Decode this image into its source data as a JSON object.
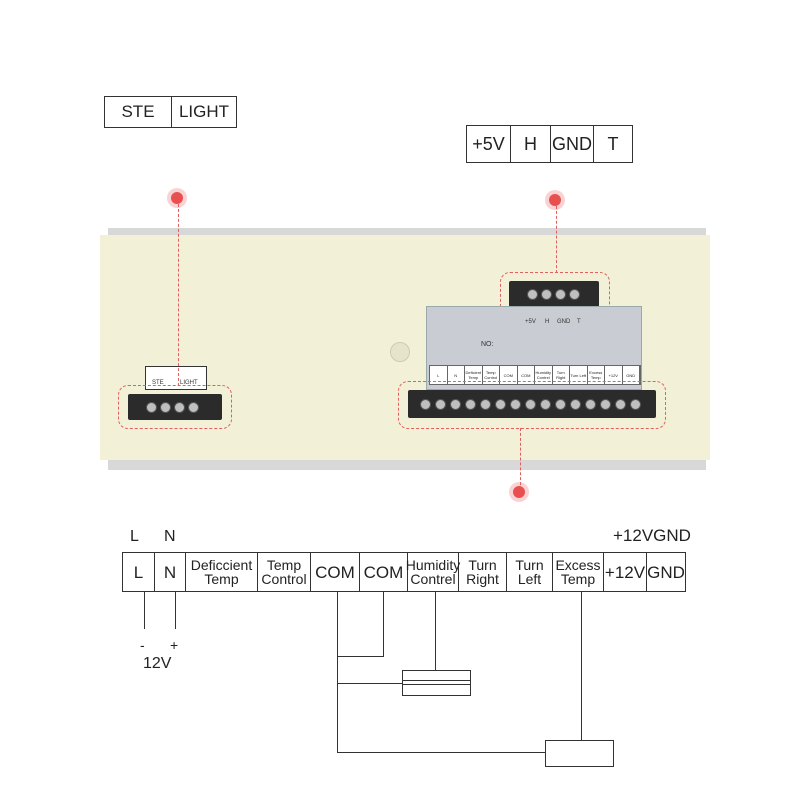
{
  "ste_light_box": [
    "STE",
    "LIGHT"
  ],
  "sensor_box": [
    "+5V",
    "H",
    "GND",
    "T"
  ],
  "photo": {
    "small_box_labels": [
      "STE",
      "LIGHT"
    ],
    "plate_no": "NO:",
    "plate_sensor_labels": [
      "+5V",
      "H",
      "GND",
      "T"
    ],
    "plate_top_labels": [
      "L",
      "N",
      "Deficient Temp",
      "Temp Control",
      "COM",
      "COM",
      "Humidity Contrel",
      "Turn Right",
      "Turn Left",
      "Excess Temp",
      "+12V",
      "GND"
    ]
  },
  "terminal_header": {
    "L": "L",
    "N": "N",
    "plus12v_gnd": "+12VGND"
  },
  "terminal_cells": [
    "L",
    "N",
    "Deficcient Temp",
    "Temp Control",
    "COM",
    "COM",
    "Humidity Contrel",
    "Turn Right",
    "Turn Left",
    "Excess Temp",
    "+12V",
    "GND"
  ],
  "power": {
    "minus": "-",
    "plus": "+",
    "voltage": "12V"
  },
  "colors": {
    "marker": "#e85050",
    "panel": "#f2f0d6",
    "terminal": "#2b2b2b"
  }
}
